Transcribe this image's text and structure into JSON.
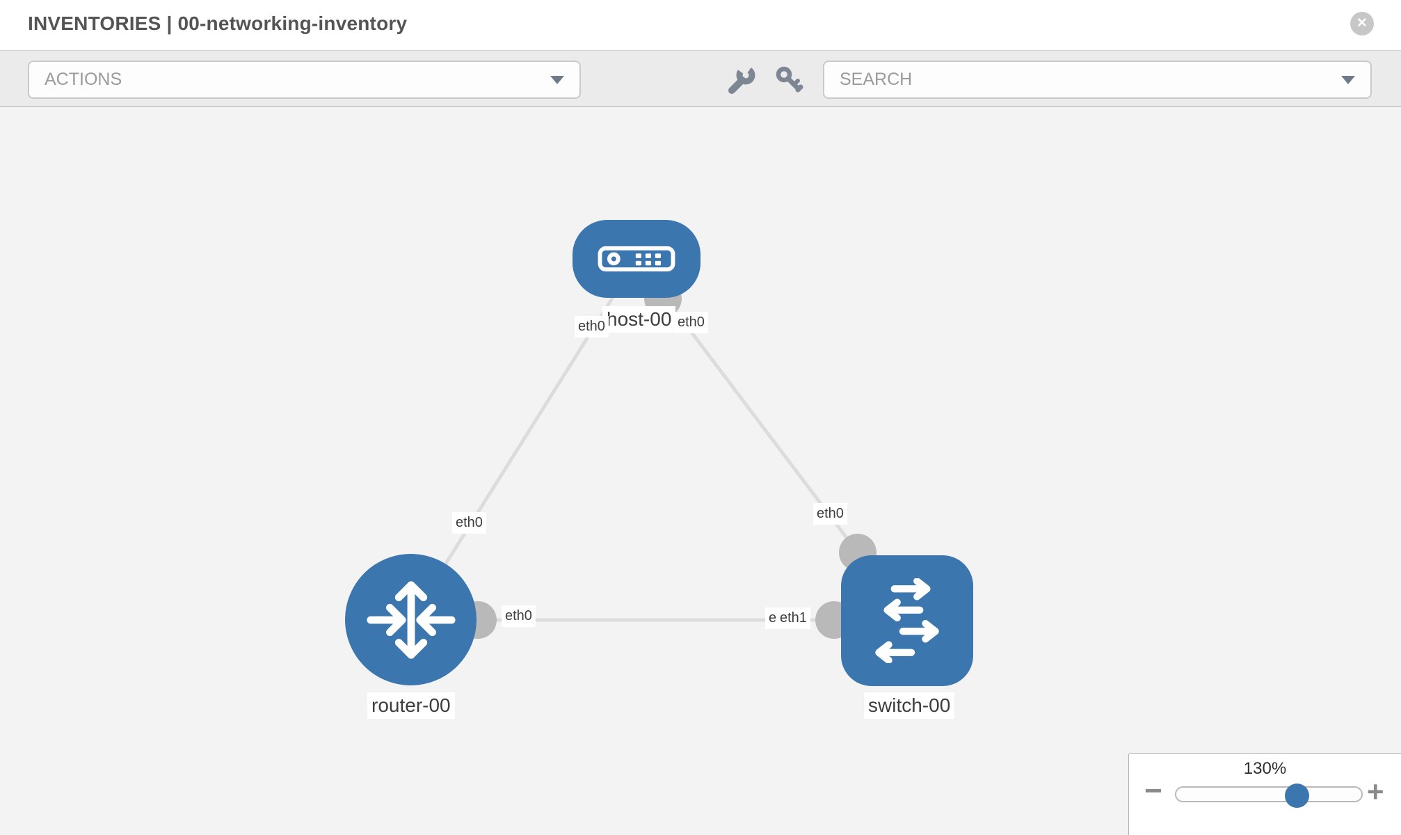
{
  "header": {
    "title": "INVENTORIES | 00-networking-inventory",
    "close_icon": "circle-x-icon",
    "close_glyph": "✕"
  },
  "toolbar": {
    "actions_label": "ACTIONS",
    "search_placeholder": "SEARCH",
    "icons": [
      "wrench-icon",
      "key-icon"
    ]
  },
  "topology": {
    "nodes": [
      {
        "label": "host-00",
        "type": "host"
      },
      {
        "label": "router-00",
        "type": "router"
      },
      {
        "label": "switch-00",
        "type": "switch"
      }
    ],
    "port_labels": [
      {
        "text": "eth0",
        "at": "host-left"
      },
      {
        "text": "eth0",
        "at": "host-right"
      },
      {
        "text": "eth0",
        "at": "router-top"
      },
      {
        "text": "eth0",
        "at": "switch-top"
      },
      {
        "text": "eth0",
        "at": "router-right"
      },
      {
        "text": "eth0",
        "at": "switch-left-under"
      },
      {
        "text": "eth1",
        "at": "switch-left"
      }
    ],
    "links": [
      {
        "from": "host-00",
        "from_if": "eth0",
        "to": "router-00",
        "to_if": "eth0"
      },
      {
        "from": "host-00",
        "from_if": "eth0",
        "to": "switch-00",
        "to_if": "eth0"
      },
      {
        "from": "router-00",
        "from_if": "eth0",
        "to": "switch-00",
        "to_if": "eth1"
      }
    ]
  },
  "zoom_control": {
    "value": "130%",
    "minus_label": "−",
    "plus_label": "+"
  },
  "colors": {
    "node_blue": "#3b76af",
    "link_gray": "#dcdcdc",
    "port_gray": "#b9b9b9",
    "toolbar_gray": "#ebebeb",
    "canvas_gray": "#f3f3f4",
    "title_gray": "#545454"
  }
}
